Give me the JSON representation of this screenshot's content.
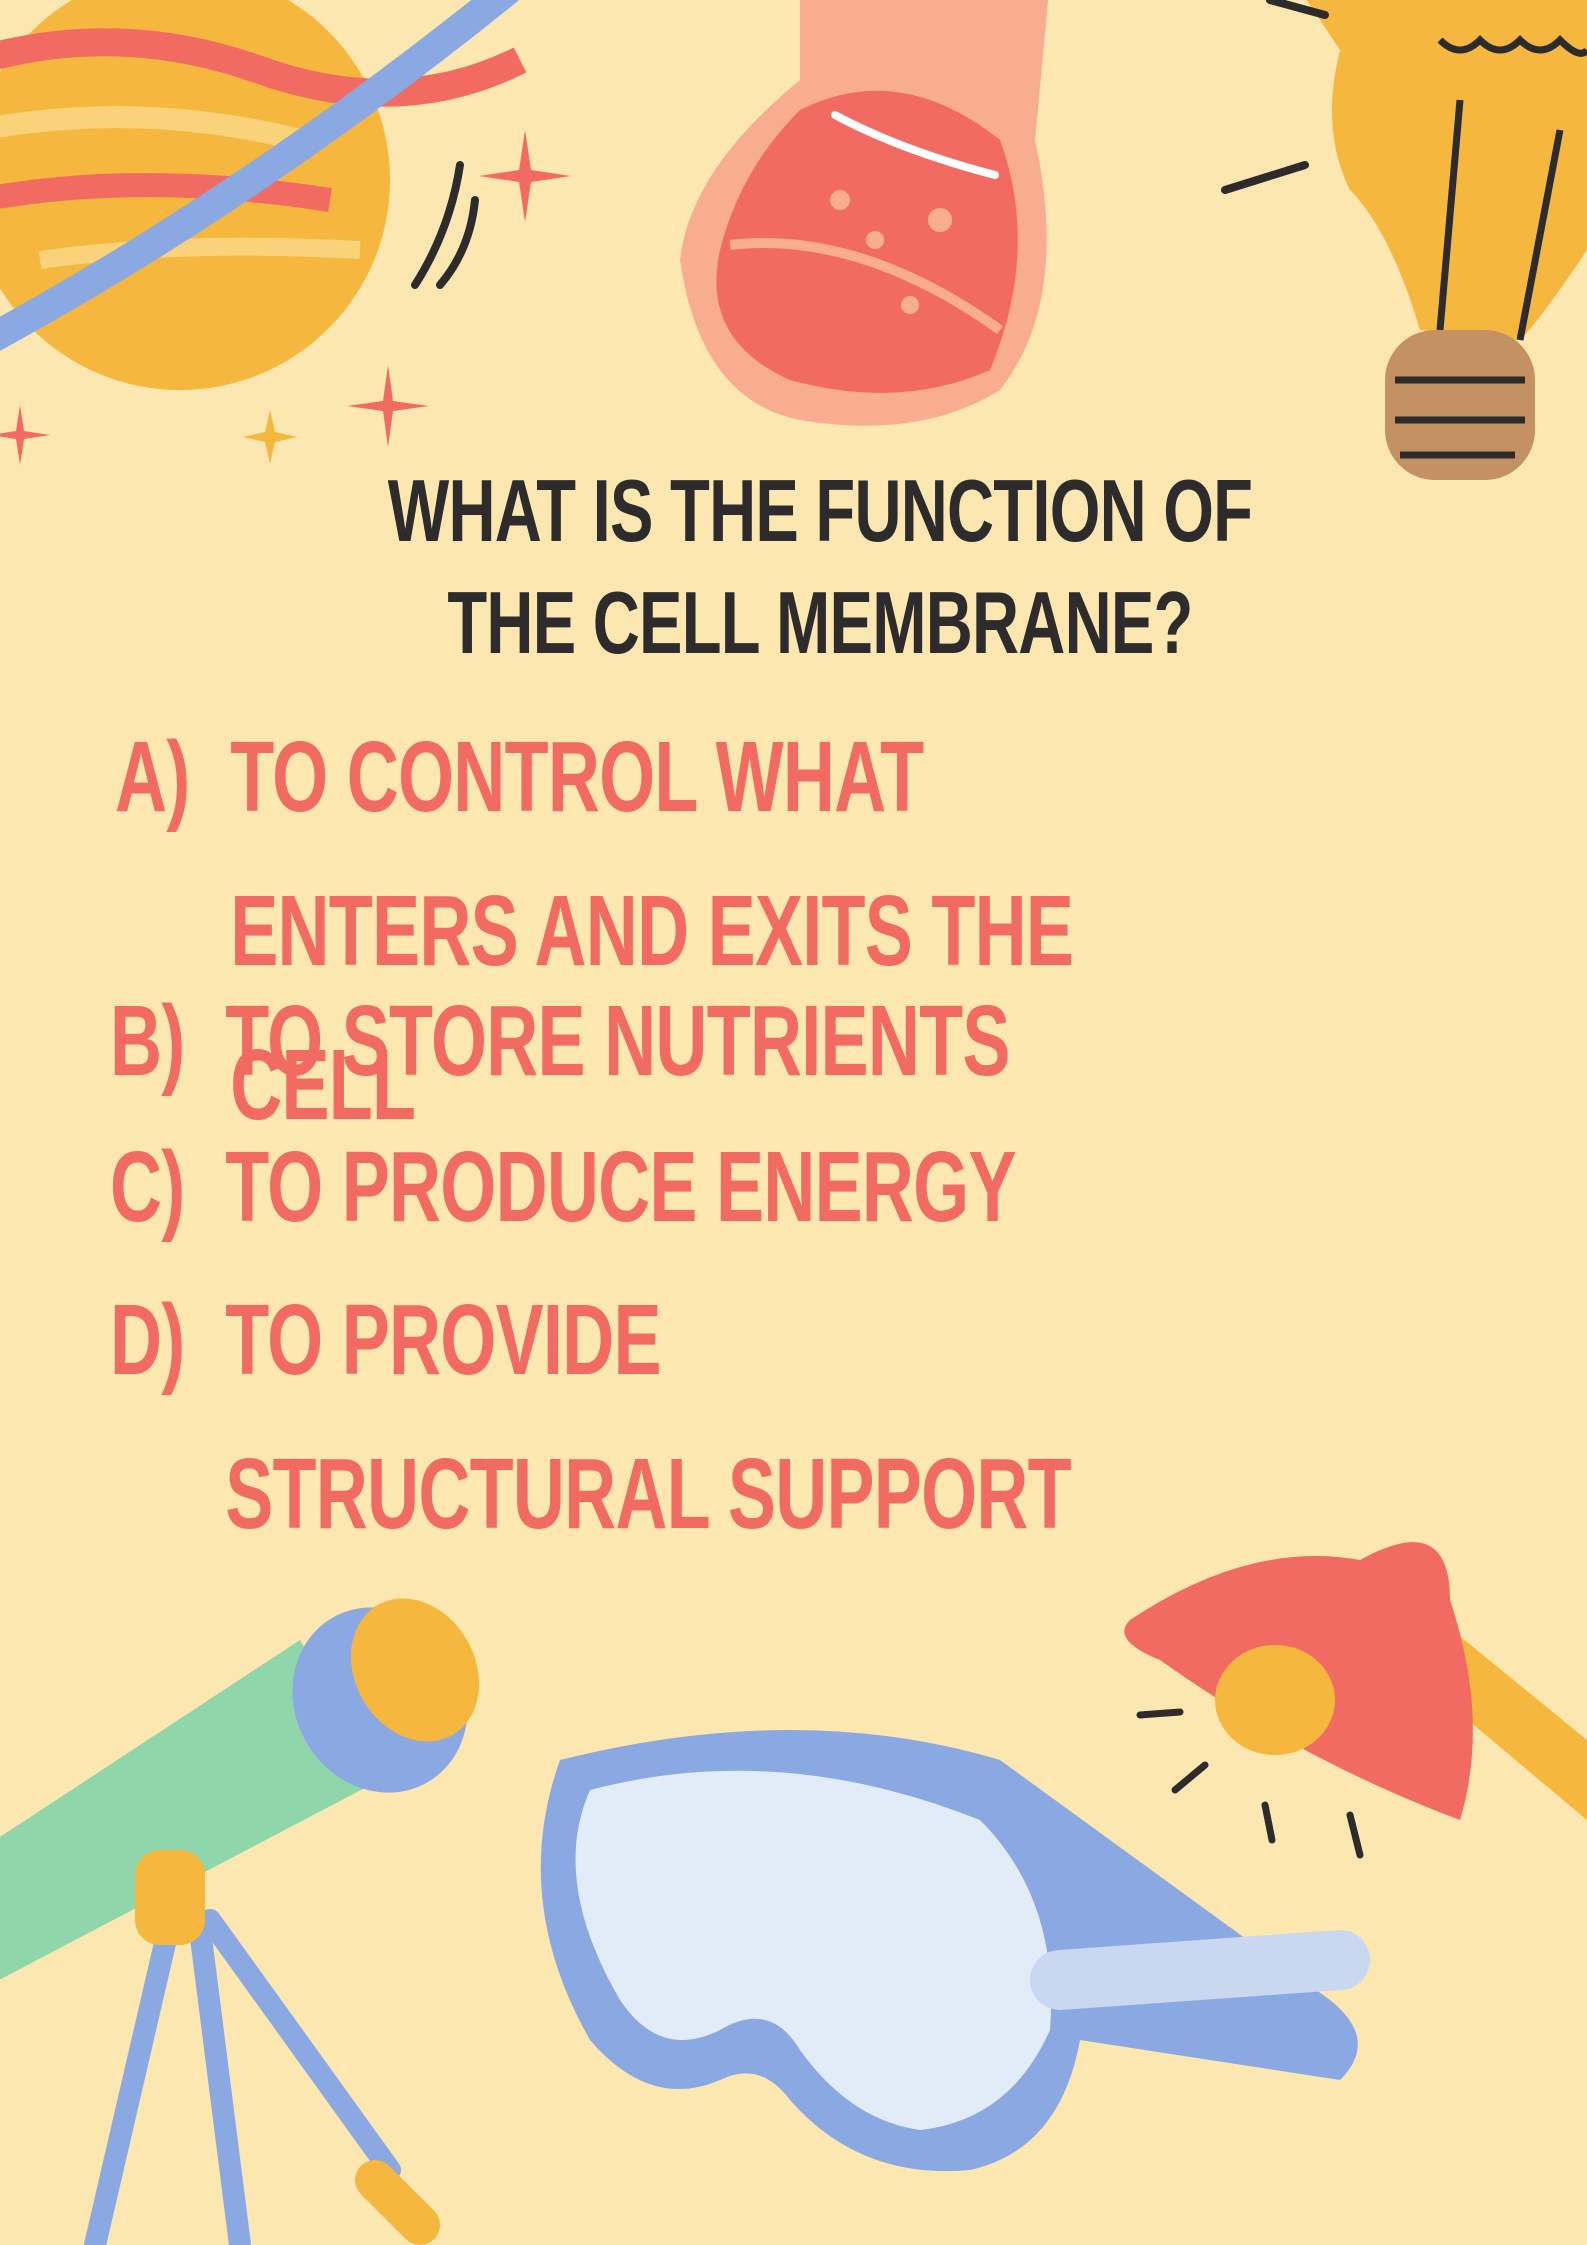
{
  "question": "WHAT IS THE FUNCTION OF THE CELL MEMBRANE?",
  "options": [
    {
      "letter": "A)",
      "text": "TO CONTROL WHAT ENTERS AND EXITS THE CELL"
    },
    {
      "letter": "B)",
      "text": "TO STORE NUTRIENTS"
    },
    {
      "letter": "C)",
      "text": "TO PRODUCE ENERGY"
    },
    {
      "letter": "D)",
      "text": "TO PROVIDE STRUCTURAL SUPPORT"
    }
  ],
  "colors": {
    "background": "#fde7b0",
    "question": "#2d2b2b",
    "options": "#f26b63"
  },
  "illustrations": [
    "planet-icon",
    "flask-icon",
    "light-bulb-icon",
    "telescope-icon",
    "safety-goggles-icon",
    "lamp-icon",
    "sparkle-icon"
  ]
}
